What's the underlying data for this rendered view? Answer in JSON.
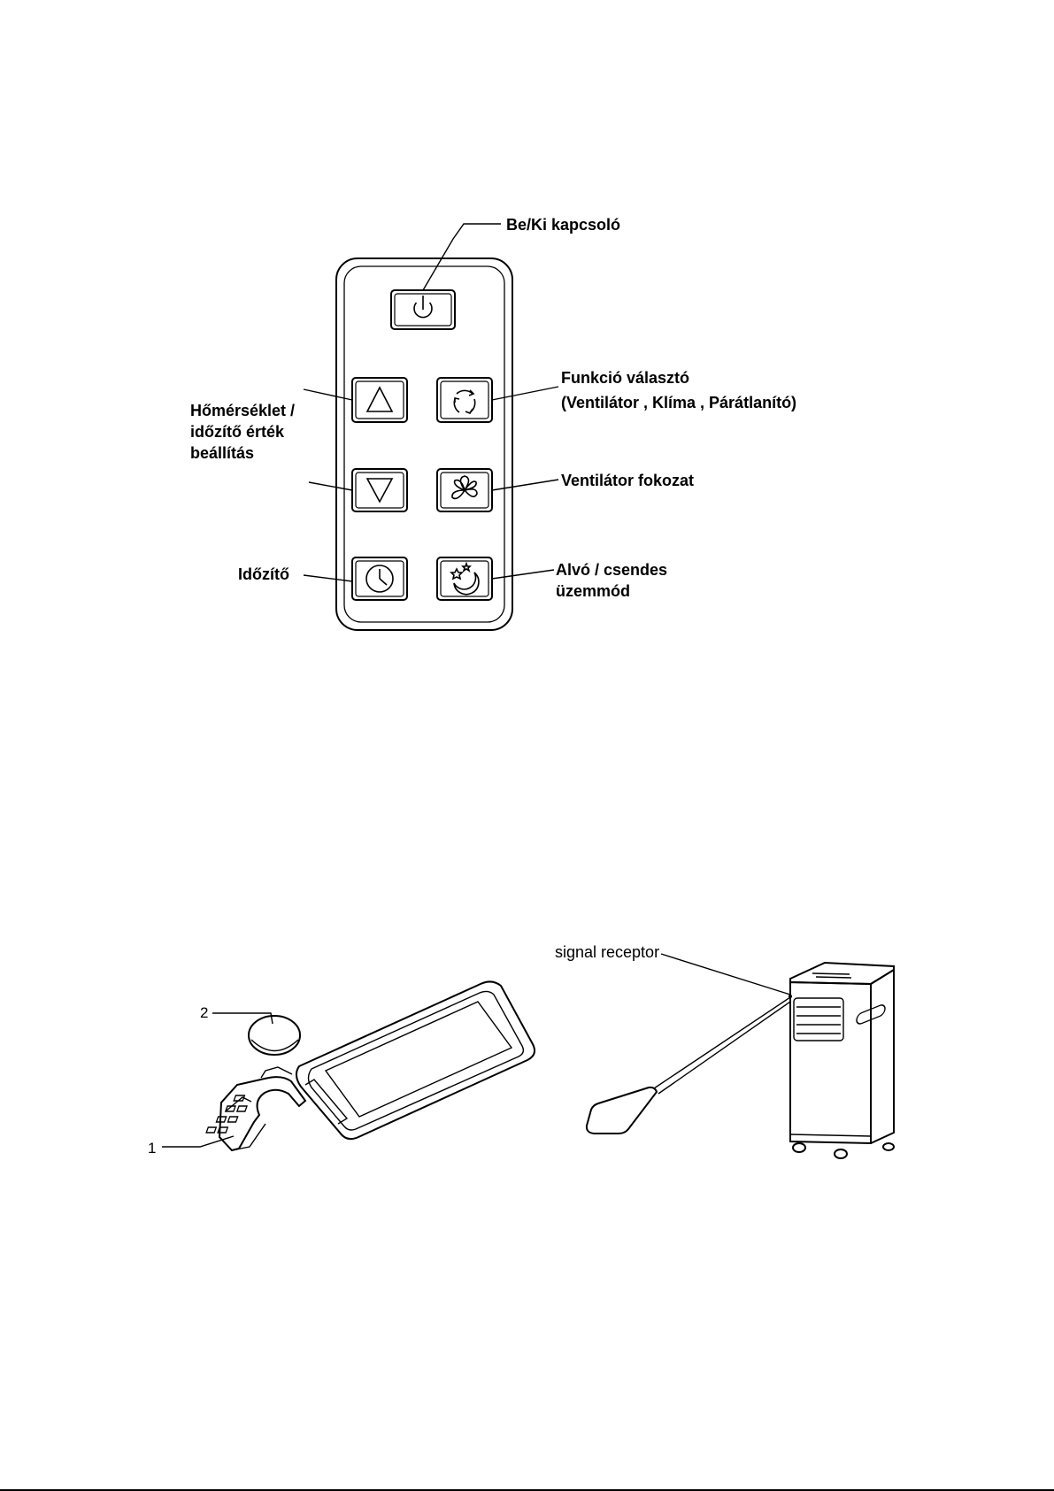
{
  "remote_diagram": {
    "labels": {
      "power": "Be/Ki kapcsoló",
      "function_line1": "Funkció választó",
      "function_line2": "(Ventilátor , Klíma , Párátlanító)",
      "temp_line1": "Hőmérséklet /",
      "temp_line2": "időzítő érték",
      "temp_line3": "beállítás",
      "fan_speed": "Ventilátor fokozat",
      "timer": "Időzítő",
      "sleep_line1": "Alvó / csendes",
      "sleep_line2": "üzemmód"
    },
    "icons": [
      "power-icon",
      "up-triangle-icon",
      "mode-cycle-icon",
      "down-triangle-icon",
      "fan-icon",
      "clock-icon",
      "moon-stars-icon"
    ]
  },
  "battery_diagram": {
    "callout_1": "1",
    "callout_2": "2"
  },
  "receiver_diagram": {
    "signal_receptor": "signal receptor"
  }
}
